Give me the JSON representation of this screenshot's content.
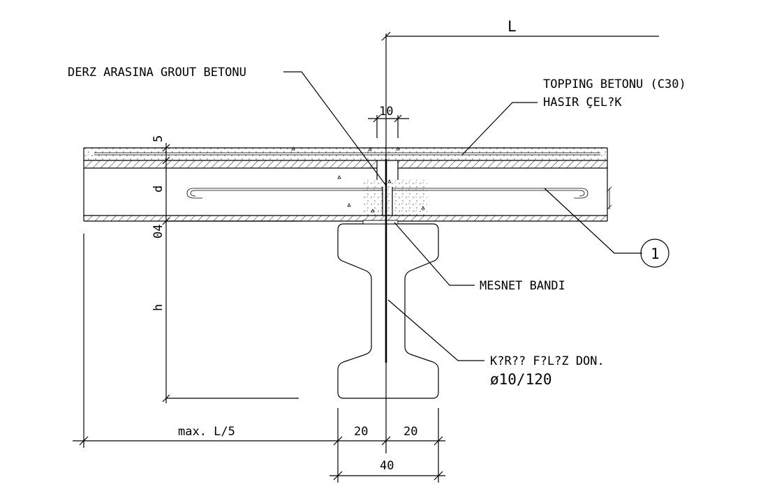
{
  "labels": {
    "span": "L",
    "joint_grout": "DERZ ARASINA GROUT BETONU",
    "topping_line1": "TOPPING BETONU (C30)",
    "topping_line2": "HASIR ÇEL?K",
    "bearing_strip": "MESNET BANDI",
    "dowel_line1": "K?R?? F?L?Z DON.",
    "dowel_line2": "ø10/120",
    "detail_mark": "1"
  },
  "dimensions": {
    "joint_width": "10",
    "topping": "5",
    "slab_depth": "d",
    "bearing_gap": "04",
    "beam_height": "h",
    "cantilever": "max. L/5",
    "left_half": "20",
    "right_half": "20",
    "beam_width": "40"
  },
  "colors": {
    "line": "#000000",
    "background": "#ffffff"
  }
}
